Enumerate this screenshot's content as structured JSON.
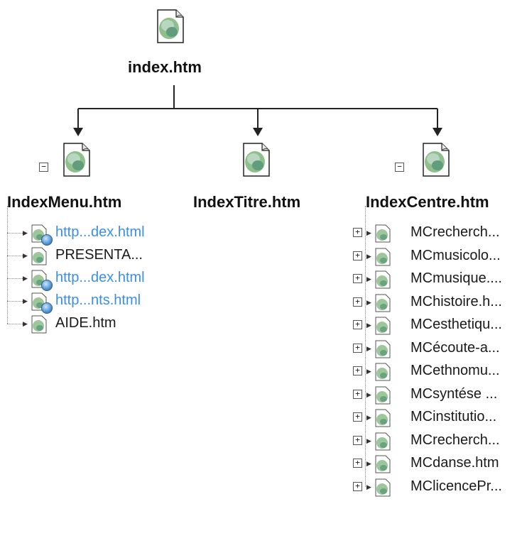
{
  "root": {
    "label": "index.htm",
    "icon": "html-page-icon"
  },
  "left": {
    "label": "IndexMenu.htm",
    "toggle": "−",
    "children": [
      {
        "label": "http...dex.html",
        "type": "link"
      },
      {
        "label": "PRESENTA...",
        "type": "page"
      },
      {
        "label": "http...dex.html",
        "type": "link"
      },
      {
        "label": "http...nts.html",
        "type": "link"
      },
      {
        "label": "AIDE.htm",
        "type": "page"
      }
    ]
  },
  "middle": {
    "label": "IndexTitre.htm"
  },
  "right": {
    "label": "IndexCentre.htm",
    "toggle": "−",
    "children": [
      {
        "label": "MCrecherch...",
        "toggle": "+"
      },
      {
        "label": "MCmusicolo...",
        "toggle": "+"
      },
      {
        "label": "MCmusique....",
        "toggle": "+"
      },
      {
        "label": "MChistoire.h...",
        "toggle": "+"
      },
      {
        "label": "MCesthetiqu...",
        "toggle": "+"
      },
      {
        "label": "MCécoute-a...",
        "toggle": "+"
      },
      {
        "label": "MCethnomu...",
        "toggle": "+"
      },
      {
        "label": "MCsyntése ...",
        "toggle": "+"
      },
      {
        "label": "MCinstitutio...",
        "toggle": "+"
      },
      {
        "label": "MCrecherch...",
        "toggle": "+"
      },
      {
        "label": "MCdanse.htm",
        "toggle": "+"
      },
      {
        "label": "MClicencePr...",
        "toggle": "+"
      }
    ]
  }
}
